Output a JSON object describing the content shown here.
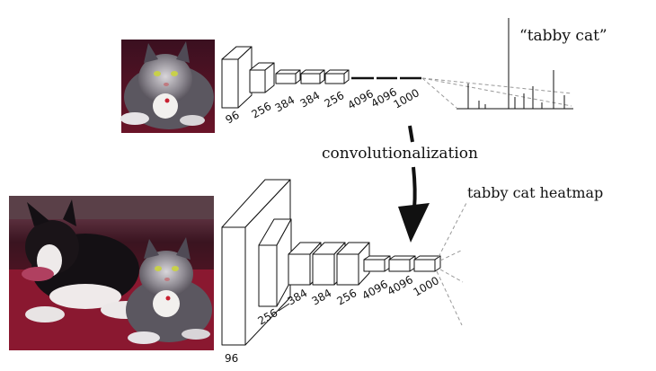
{
  "top_row": {
    "output_label": "“tabby cat”",
    "layers": [
      "96",
      "256",
      "384",
      "384",
      "256",
      "4096",
      "4096",
      "1000"
    ]
  },
  "transition": {
    "label": "convolutionalization"
  },
  "bottom_row": {
    "output_label": "tabby cat heatmap",
    "layers": [
      "96",
      "256",
      "384",
      "384",
      "256",
      "4096",
      "4096",
      "1000"
    ]
  },
  "colors": {
    "stroke": "#111111",
    "dashed": "#999999",
    "background": "#ffffff"
  },
  "icons": [
    "arrow-down-icon"
  ]
}
